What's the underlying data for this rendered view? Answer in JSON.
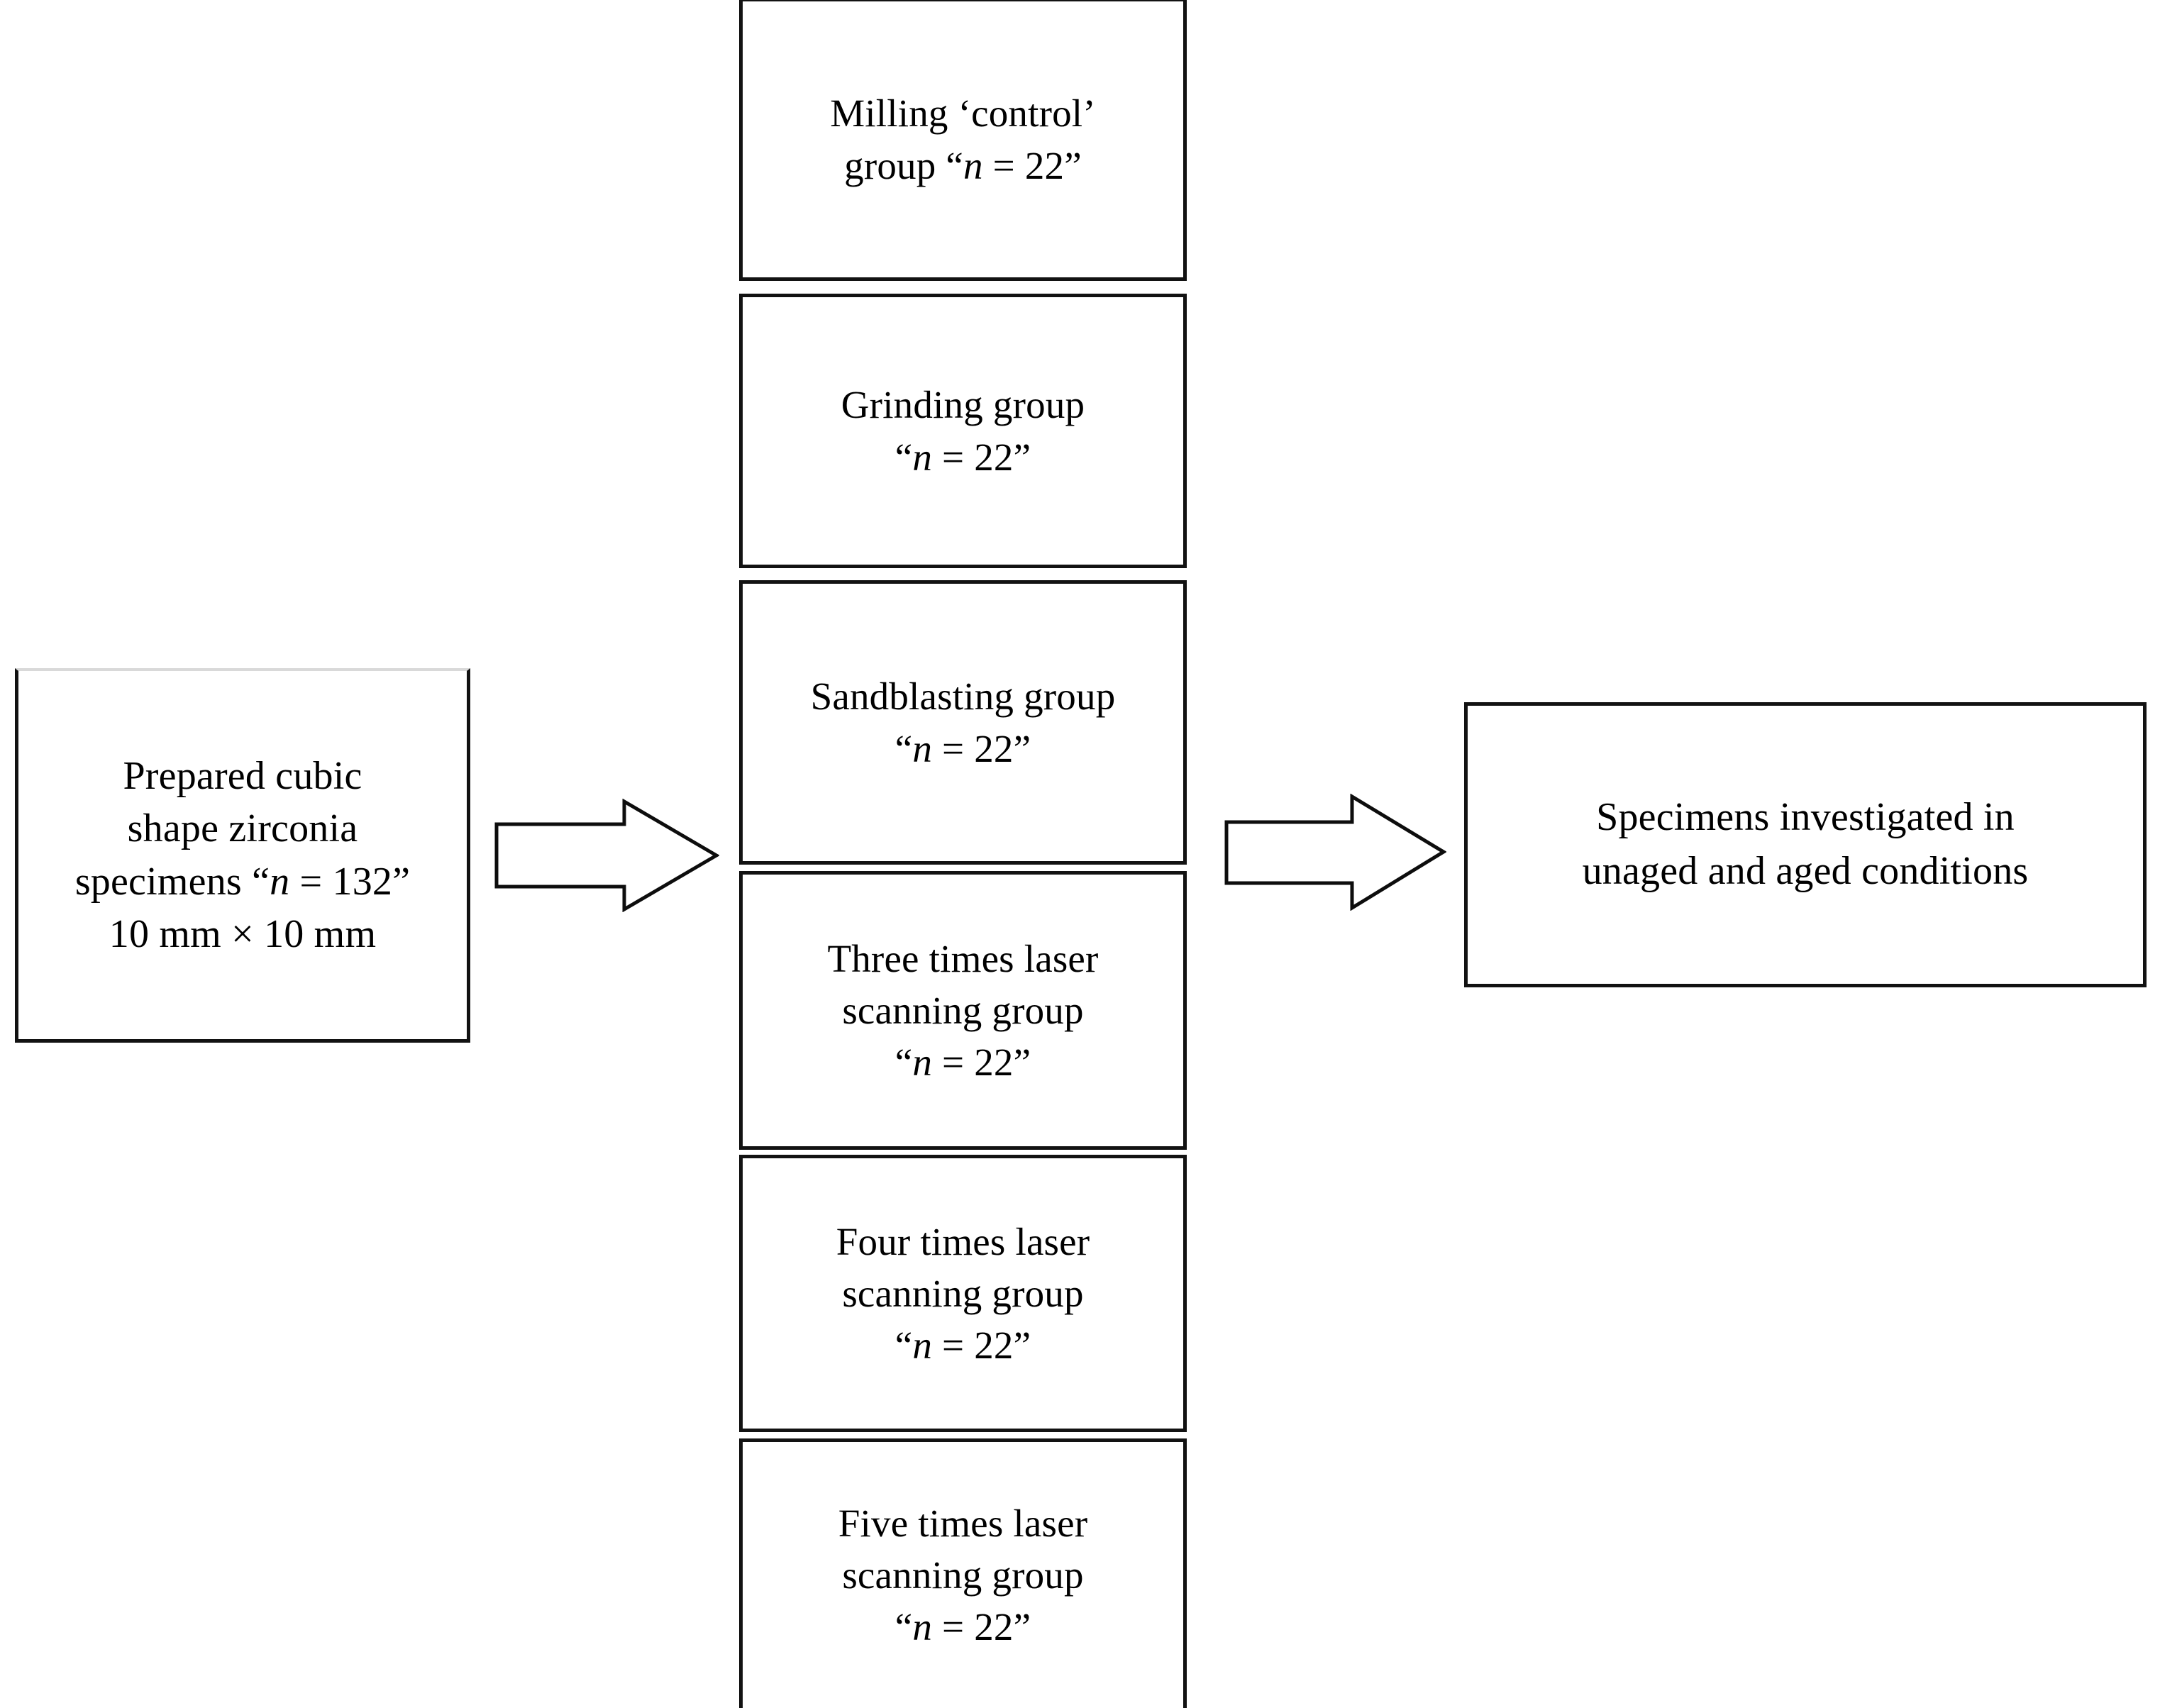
{
  "figure": {
    "type": "flowchart",
    "orientation": "left-to-right",
    "background_color": "#ffffff",
    "line_color": "#000000",
    "text_color": "#000000"
  },
  "input_stage": {
    "box_label": "Prepared cubic\nshape zirconia\nspecimens “n = 132”\n10 mm × 10 mm",
    "line_1": "Prepared cubic",
    "line_2": "shape zirconia",
    "line_3": "specimens “n = 132”",
    "line_4": "10 mm × 10 mm",
    "total_specimens": 132,
    "dimensions": "10 mm × 10 mm"
  },
  "groups": {
    "count": 6,
    "per_group_n": 22,
    "items": [
      {
        "name": "milling-control-group",
        "label": "Milling ‘control’\ngroup “n = 22”",
        "n": 22
      },
      {
        "name": "grinding-group",
        "label": "Grinding group\n“n = 22”",
        "n": 22
      },
      {
        "name": "sandblasting-group",
        "label": "Sandblasting group\n“n = 22”",
        "n": 22
      },
      {
        "name": "three-times-laser-scanning-group",
        "label": "Three times laser\nscanning group\n“n = 22”",
        "n": 22
      },
      {
        "name": "four-times-laser-scanning-group",
        "label": "Four times laser\nscanning group\n“n = 22”",
        "n": 22
      },
      {
        "name": "five-times-laser-scanning-group",
        "label": "Five times laser\nscanning group\n“n = 22”",
        "n": 22
      }
    ]
  },
  "output_stage": {
    "box_label": "Specimens investigated in\nunaged and aged conditions",
    "line_1": "Specimens investigated in",
    "line_2": "unaged and aged conditions",
    "conditions": [
      "unaged",
      "aged"
    ]
  },
  "connectors": [
    {
      "name": "arrow-input-to-groups",
      "shape": "block-arrow-right",
      "from": "input_stage",
      "to": "groups"
    },
    {
      "name": "arrow-groups-to-output",
      "shape": "block-arrow-right",
      "from": "groups",
      "to": "output_stage"
    }
  ]
}
